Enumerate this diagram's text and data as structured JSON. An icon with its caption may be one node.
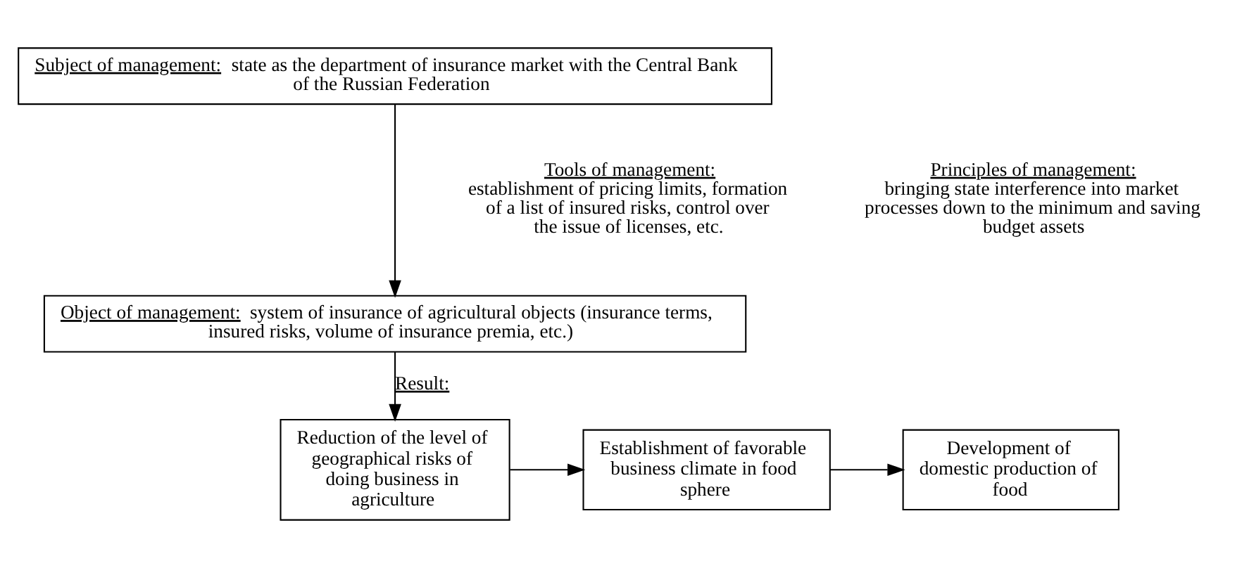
{
  "diagram": {
    "nodes": [
      {
        "text": [
          "Subject of management:",
          "state as the department of insurance market with the Central Bank of the Russian Federation"
        ]
      },
      {
        "text": [
          "Object of management:",
          "system of insurance of agricultural objects (insurance terms, insured risks, volume of insurance premia, etc.)"
        ]
      },
      {
        "text": [
          "Reduction of the level of geographical risks of doing business in agriculture"
        ]
      },
      {
        "text": [
          "Establishment of favorable business climate in food sphere"
        ]
      },
      {
        "text": [
          "Development of domestic production of food"
        ]
      }
    ],
    "edges": [
      {
        "from": 0,
        "to": 1,
        "arrow": "to"
      },
      {
        "from": 1,
        "to": 2,
        "arrow": "to",
        "label": "Result:"
      },
      {
        "from": 2,
        "to": 3,
        "arrow": "to"
      },
      {
        "from": 3,
        "to": 4,
        "arrow": "to"
      }
    ],
    "labels": [
      "Tools of management:",
      "establishment of pricing limits, formation of a list of insured risks, control over the issue of licenses, etc.",
      "Principles of management:",
      "bringing state interference into market processes down to the minimum and saving budget assets"
    ]
  }
}
